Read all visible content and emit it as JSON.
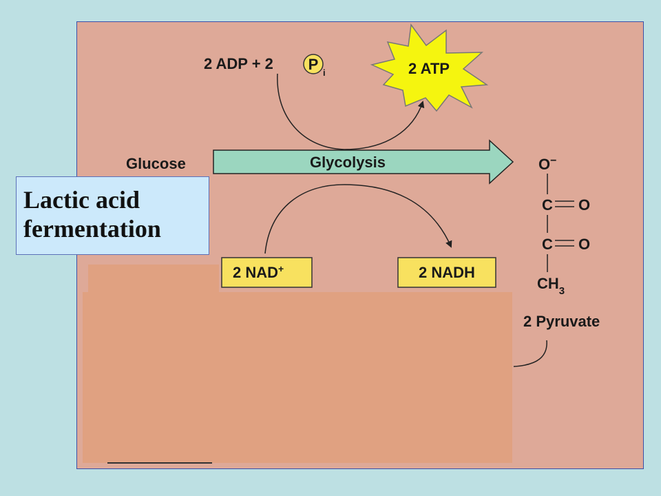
{
  "label": {
    "line1": "Lactic acid",
    "line2": "fermentation"
  },
  "diagram": {
    "inputs_text": "2 ADP + 2",
    "pi_symbol": "P",
    "pi_subscript": "i",
    "atp": "2 ATP",
    "glucose": "Glucose",
    "glycolysis": "Glycolysis",
    "nad_plus": "2 NAD",
    "nadh": "2 NADH",
    "pyruvate": "2 Pyruvate",
    "o_minus": "O",
    "carbon": "C",
    "oxygen": "O",
    "ch": "CH",
    "ch_sub": "3",
    "plus": "+",
    "minus": "−"
  },
  "colors": {
    "background": "#bde0e3",
    "panel": "#dea998",
    "arrow": "#9bd6bf",
    "atp_star": "#f5f50f",
    "nad_box": "#f8e15f",
    "label_box": "#cce9fb",
    "cover": "#e0a181"
  }
}
